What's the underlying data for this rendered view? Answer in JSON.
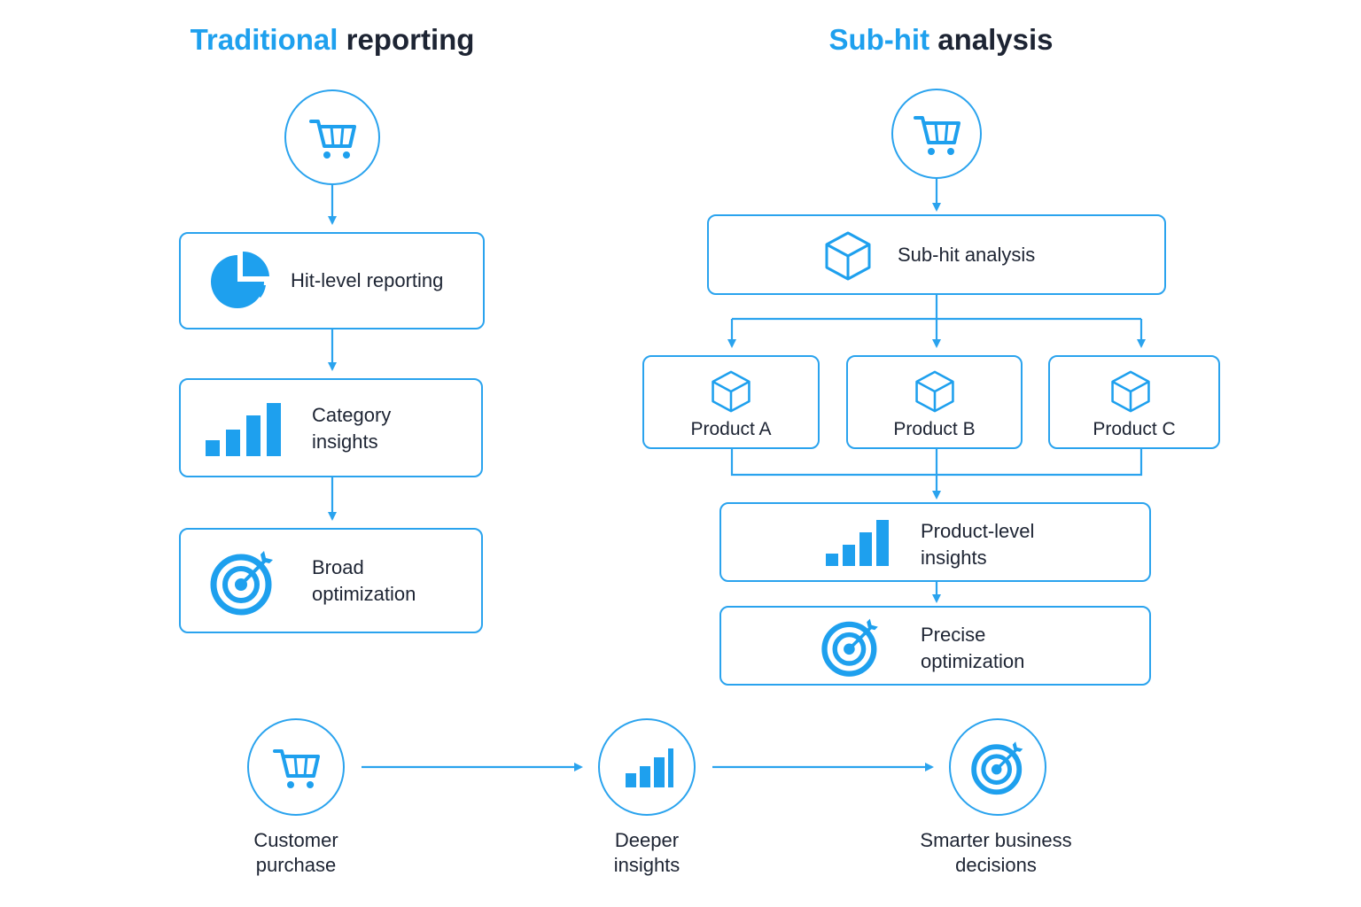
{
  "colors": {
    "accent": "#1ea0ee",
    "text": "#1d2433",
    "border": "#2aa3ee"
  },
  "traditional": {
    "title_highlight": "Traditional",
    "title_rest": "reporting",
    "top_icon": "cart-icon",
    "steps": [
      {
        "label": "Hit-level reporting",
        "icon": "pie-chart-icon"
      },
      {
        "label": "Category\ninsights",
        "icon": "bar-chart-icon"
      },
      {
        "label": "Broad\noptimization",
        "icon": "target-icon"
      }
    ]
  },
  "subhit": {
    "title_highlight": "Sub-hit",
    "title_rest": "analysis",
    "top_icon": "cart-icon",
    "analysis": {
      "label": "Sub-hit analysis",
      "icon": "cube-icon"
    },
    "products": [
      {
        "label": "Product A",
        "icon": "cube-icon"
      },
      {
        "label": "Product B",
        "icon": "cube-icon"
      },
      {
        "label": "Product C",
        "icon": "cube-icon"
      }
    ],
    "steps": [
      {
        "label": "Product-level\ninsights",
        "icon": "bar-chart-icon"
      },
      {
        "label": "Precise\noptimization",
        "icon": "target-icon"
      }
    ]
  },
  "bottom_flow": [
    {
      "label": "Customer\npurchase",
      "icon": "cart-icon"
    },
    {
      "label": "Deeper\ninsights",
      "icon": "bar-chart-icon"
    },
    {
      "label": "Smarter business\ndecisions",
      "icon": "target-icon"
    }
  ]
}
